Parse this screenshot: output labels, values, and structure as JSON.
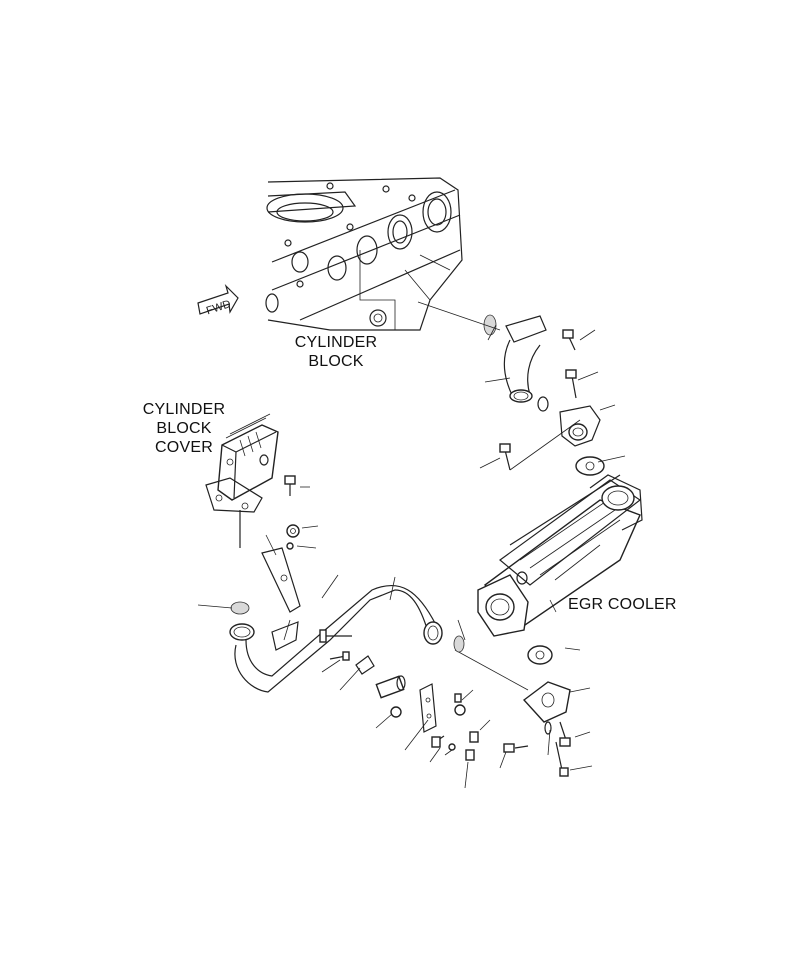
{
  "labels": {
    "cylinder_block": [
      "CYLINDER",
      "BLOCK"
    ],
    "cylinder_block_cover": [
      "CYLINDER",
      "BLOCK",
      "COVER"
    ],
    "egr_cooler": "EGR COOLER",
    "fwd": "FWD"
  },
  "colors": {
    "ink": "#222222",
    "shade": "#d9d9d9",
    "background": "#ffffff"
  },
  "icons": [
    "forward-direction-arrow-icon"
  ]
}
